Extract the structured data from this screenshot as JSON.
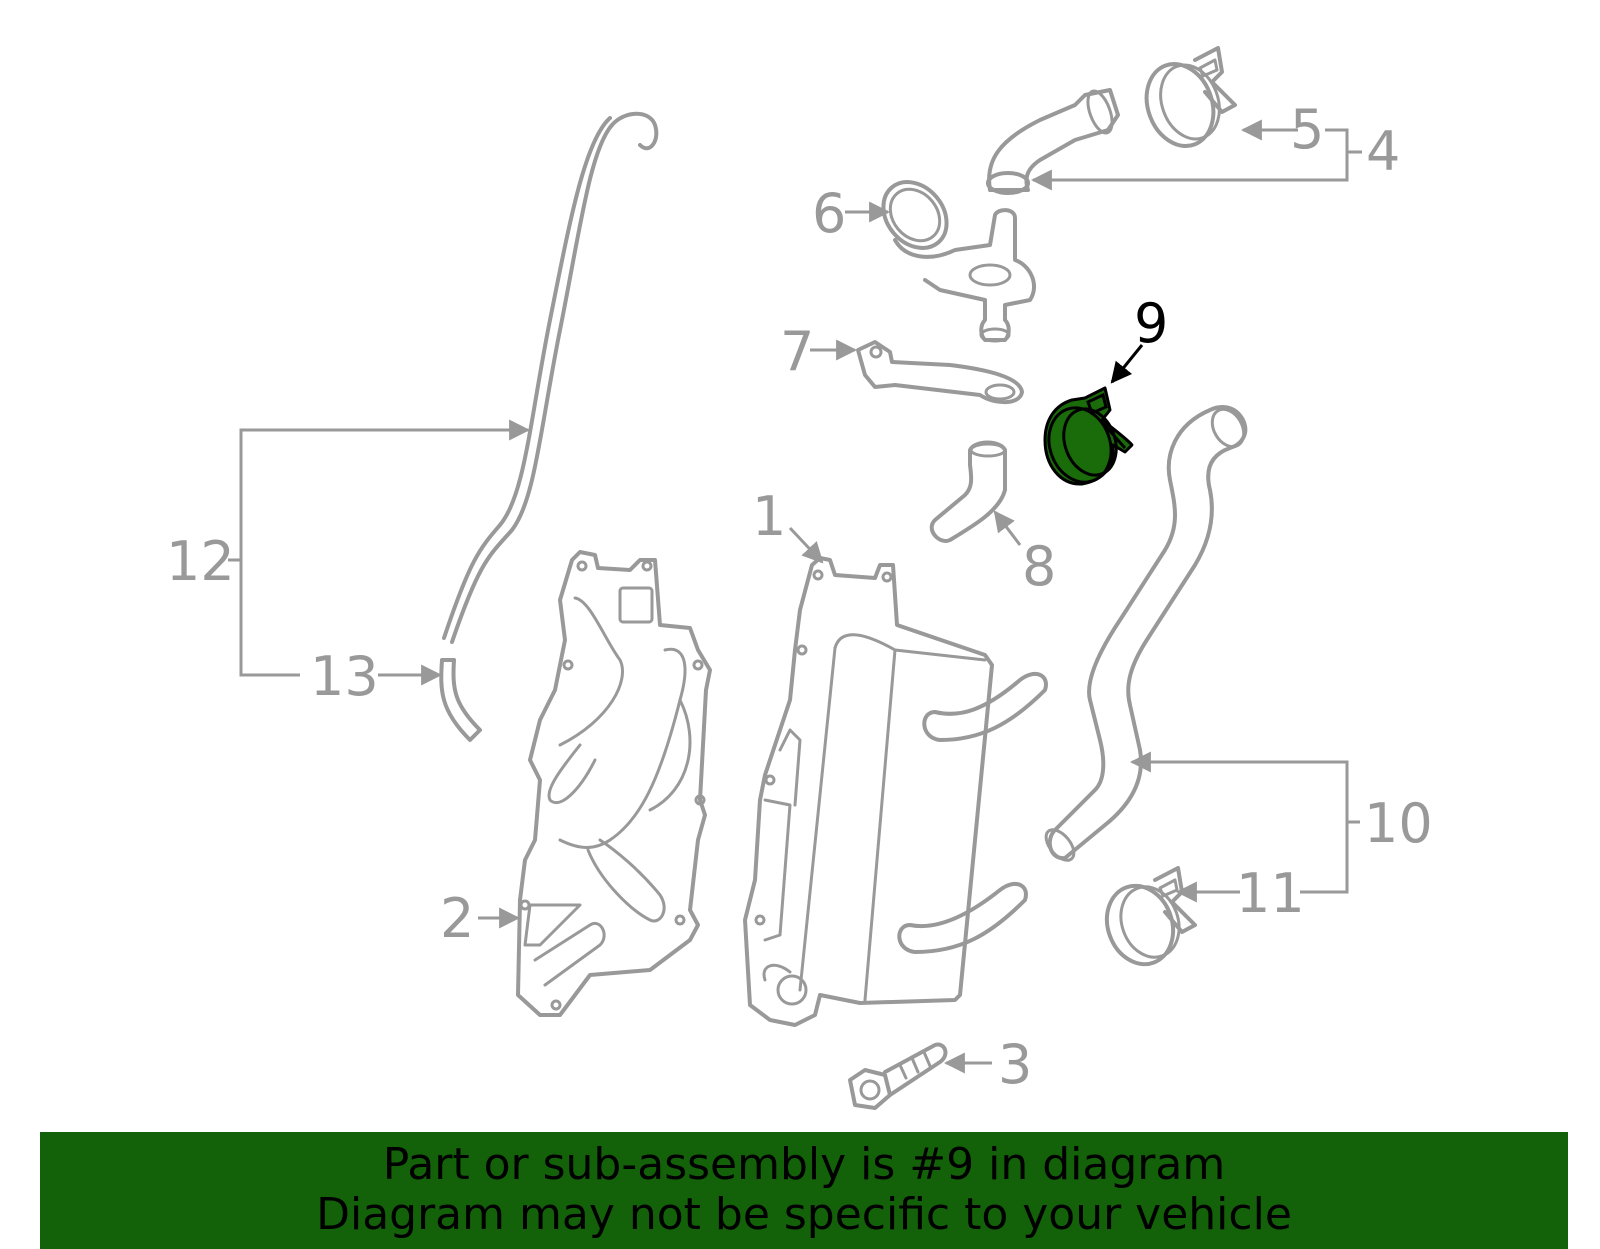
{
  "diagram": {
    "highlighted_part": "9",
    "callouts": [
      "1",
      "2",
      "3",
      "4",
      "5",
      "6",
      "7",
      "8",
      "9",
      "10",
      "11",
      "12",
      "13"
    ]
  },
  "banner": {
    "line1": "Part or sub-assembly is #9 in diagram",
    "line2": "Diagram may not be specific to your vehicle"
  },
  "colors": {
    "line": "#999999",
    "highlight": "#1a6b0a",
    "banner": "#136109"
  }
}
